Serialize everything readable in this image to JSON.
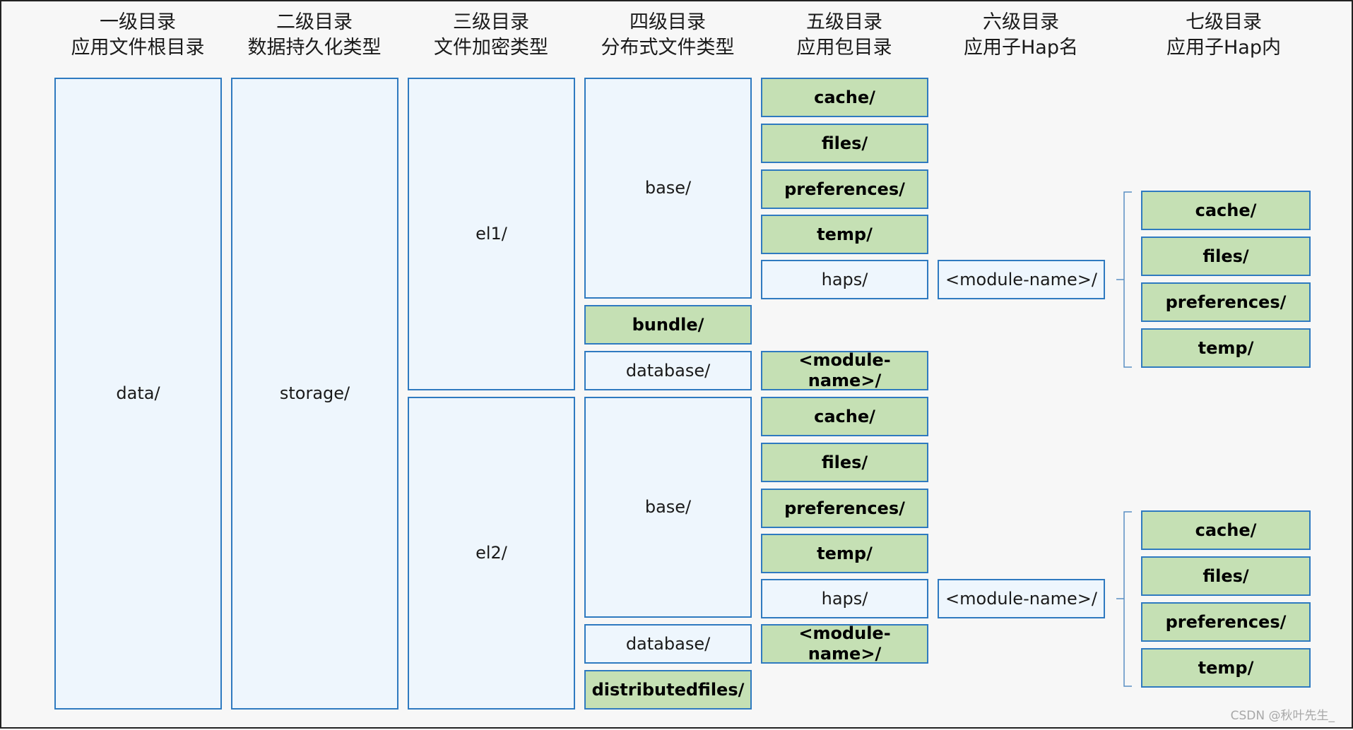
{
  "headers": [
    {
      "line1": "一级目录",
      "line2": "应用文件根目录"
    },
    {
      "line1": "二级目录",
      "line2": "数据持久化类型"
    },
    {
      "line1": "三级目录",
      "line2": "文件加密类型"
    },
    {
      "line1": "四级目录",
      "line2": "分布式文件类型"
    },
    {
      "line1": "五级目录",
      "line2": "应用包目录"
    },
    {
      "line1": "六级目录",
      "line2": "应用子Hap名"
    },
    {
      "line1": "七级目录",
      "line2": "应用子Hap内"
    }
  ],
  "level1": {
    "data": "data/"
  },
  "level2": {
    "storage": "storage/"
  },
  "level3": {
    "el1": "el1/",
    "el2": "el2/"
  },
  "level4": {
    "el1_base": "base/",
    "el1_bundle": "bundle/",
    "el1_database": "database/",
    "el2_base": "base/",
    "el2_database": "database/",
    "el2_distributedfiles": "distributedfiles/"
  },
  "level5": {
    "el1": [
      "cache/",
      "files/",
      "preferences/",
      "temp/",
      "haps/"
    ],
    "el1_db_module_l1": "<module-",
    "el1_db_module_l2": "name>/",
    "el2": [
      "cache/",
      "files/",
      "preferences/",
      "temp/",
      "haps/"
    ],
    "el2_db_module_l1": "<module-",
    "el2_db_module_l2": "name>/"
  },
  "level6": {
    "el1_module": "<module-name>/",
    "el2_module": "<module-name>/"
  },
  "level7": {
    "el1": [
      "cache/",
      "files/",
      "preferences/",
      "temp/"
    ],
    "el2": [
      "cache/",
      "files/",
      "preferences/",
      "temp/"
    ]
  },
  "colors": {
    "border": "#2f7ac0",
    "light_fill": "#eef6fd",
    "green_fill": "#c5e0b4",
    "bracket": "#5a8fc4"
  },
  "watermark": "CSDN @秋叶先生_"
}
